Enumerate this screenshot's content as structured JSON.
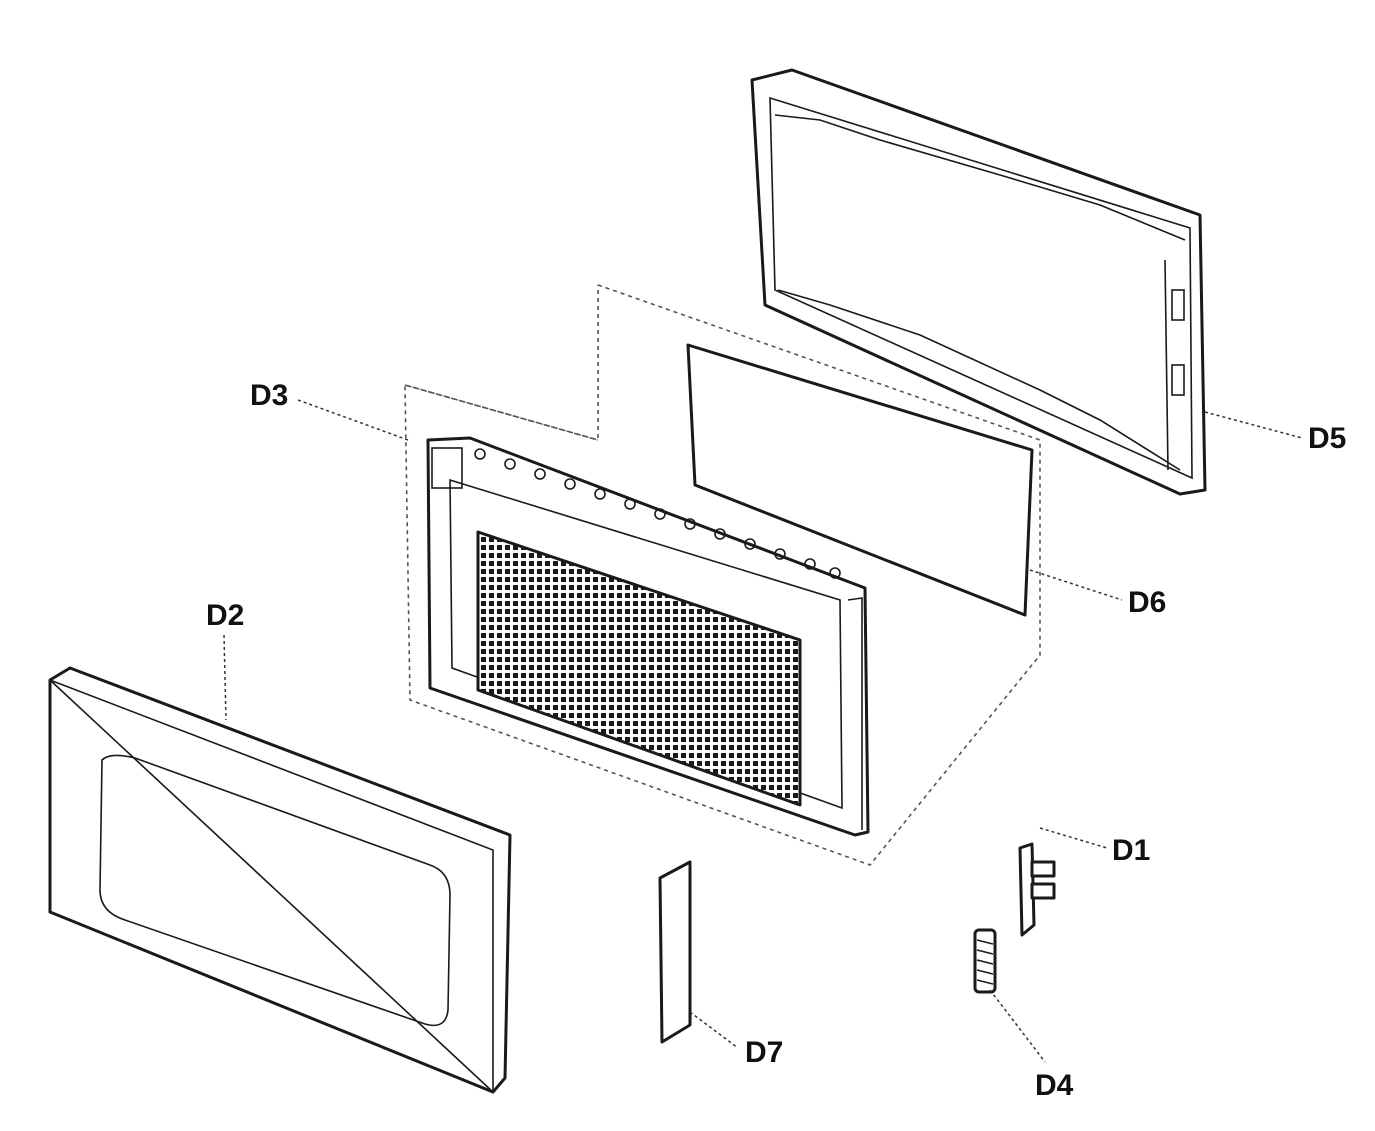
{
  "labels": {
    "d1": "D1",
    "d2": "D2",
    "d3": "D3",
    "d4": "D4",
    "d5": "D5",
    "d6": "D6",
    "d7": "D7"
  }
}
